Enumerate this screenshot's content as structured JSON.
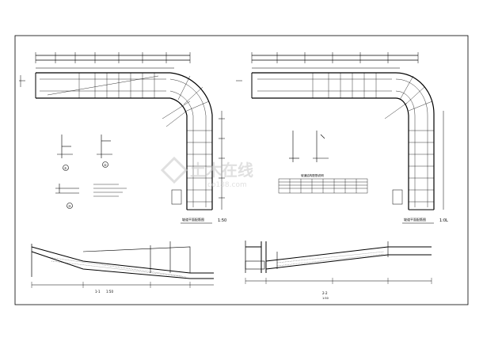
{
  "plans": [
    {
      "title": "坡道平面配筋图",
      "scale": "1:50"
    },
    {
      "title": "坡道平面配筋图",
      "scale": "1:0L"
    }
  ],
  "details": {
    "labels": [
      "①",
      "②",
      "③"
    ]
  },
  "notes_title": "坡道结构配筋说明",
  "sections": [
    {
      "label": "1-1",
      "scale": "1:50"
    },
    {
      "label": "2-2",
      "scale": "1:50"
    }
  ],
  "watermark": {
    "text": "土木在线",
    "sub": "co188.com"
  },
  "colors": {
    "line": "#000000",
    "watermark": "#c8c8c8"
  }
}
